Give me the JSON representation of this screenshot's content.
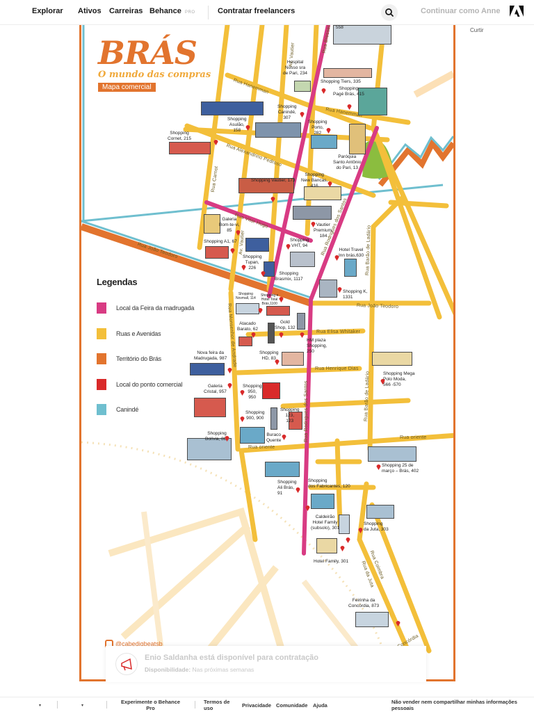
{
  "nav": {
    "explore": "Explorar",
    "assets": "Ativos",
    "jobs": "Carreiras",
    "behance": "Behance",
    "pro_badge": "PRO",
    "hire": "Contratar freelancers",
    "search_icon": "search-icon",
    "guest": "Continuar como Anne",
    "adobe_icon": "adobe-logo-icon"
  },
  "side": {
    "like": "Curtir"
  },
  "map": {
    "title": "BRÁS",
    "subtitle": "O mundo das compras",
    "tag": "Mapa comercial",
    "instagram": "@cabedigbeatsb",
    "legend": {
      "title": "Legendas",
      "items": [
        {
          "label": "Local da Feira da madrugada",
          "color": "#d83b83"
        },
        {
          "label": "Ruas e Avenidas",
          "color": "#f3bf3a"
        },
        {
          "label": "Território do Brás",
          "color": "#e2742e"
        },
        {
          "label": "Local do ponto comercial",
          "color": "#d92a2a"
        },
        {
          "label": "Canindé",
          "color": "#6fbfcf"
        }
      ]
    },
    "streets": {
      "hanemann_1": "Rua Hanemman",
      "hanemann_2": "Rua Hanemman",
      "alexandrino": "Rua Alexandrino Pedroso",
      "vitor_hugo": "Rua Vitor Hugo",
      "joao_teodoro_1": "Rua João Teodoro",
      "joao_teodoro_2": "Rua João Teodoro",
      "elisa": "Rua Elisa Whitaker",
      "henrique": "Rua Henrique Dias",
      "oriente_1": "Rua oriente",
      "oriente_2": "Rua oriente",
      "vautier": "Av. Vautier",
      "vautier_2": "Av. Vautier",
      "carnot": "Rua Carnot",
      "monsenhor": "Rua Monsenhor de Andrade",
      "rodrigues_1": "Rua Rodrigues dos Santos",
      "rodrigues_2": "Rua Rodrigues dos Santos",
      "barao": "Rua Barão de Ladário",
      "barao_2": "Rua Barão de Ladário",
      "juta": "Rua da Juta",
      "bresser": "Rua Bresser",
      "coimbra": "Rua Coimbra",
      "concordia": "Rua Concórdia"
    },
    "pois": [
      "Hospital\nNosso sra\nde Pari, 234",
      "Shopping Tiers, 335",
      "Shopping\nPagé Brás, 415",
      "Shopping\nCanindé,\n307",
      "Shopping\nAsulão,\n158",
      "Shopping\nCornet, 215",
      "Shopping\nPorto,\n282",
      "Paróquia\nSanto Antônio\ndo Pari, 13",
      "Shopping Vautier, 173",
      "Shopping\nNew Bancas,\n416",
      "Galeria\nBom-te-vi,\n85",
      "Vautier\nPremium,\n184",
      "Shopping A1, 67",
      "Shopping\nVHT, 94",
      "Shopping\nTupan,\n226",
      "Hotel Travel\nInn brás,630",
      "Shopping\nBrasmix, 1117",
      "Shopping\nNovmall, 114",
      "Shopping e\nHotel Total\nBrás,1100",
      "Shopping K,\n1331",
      "Atacado\nBarato, 62",
      "Gold\nShop, 132",
      "HM plaza\nShopping,\n250",
      "Nova feira da\nMadrugada, 987",
      "Shopping\nHD, 83",
      "Shopping Mega\nPolo Moda,\n566 -570",
      "Galeria\nCristal, 957",
      "Shopping\n950,\n950",
      "Shopping\n123,\n123",
      "Shopping\n900, 900",
      "Shopping\nBolívia, 889",
      "Buraco\nQuente",
      "Shopping 25 de\nmarço – Brás, 402",
      "Shopping\nAli Brás,\n91",
      "Shopping\ndos Fabricantes, 120",
      "Caldeirão\nHotel Family\n(subsolo), 301",
      "Shopping\nda Juta, 303",
      "Hotel Family, 301",
      "Feirinha da\nConcórdia, 873",
      "558"
    ]
  },
  "hire": {
    "title": "Enio Saldanha está disponível para contratação",
    "availability_label": "Disponibilidade:",
    "availability_value": "Nas próximas semanas"
  },
  "footer": {
    "pro": "Experimente o Behance\nPro",
    "terms": "Termos de\nuso",
    "privacy": "Privacidade",
    "community": "Comunidade",
    "help": "Ajuda",
    "dont_sell": "Não vender nem compartilhar minhas informações\npessoais"
  }
}
